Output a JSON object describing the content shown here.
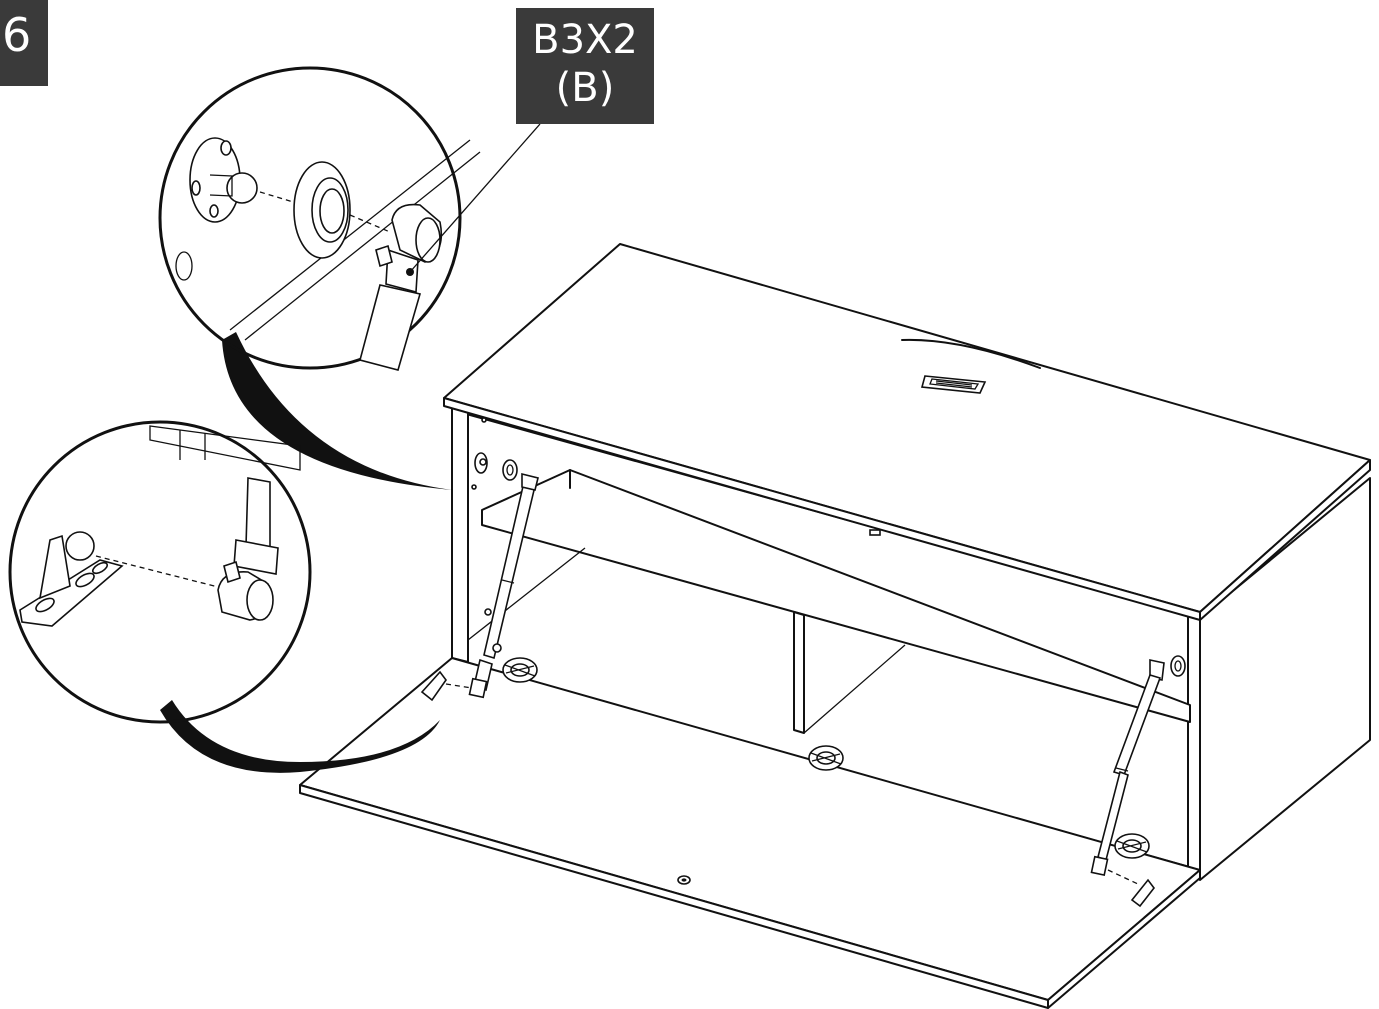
{
  "step": {
    "number": "6"
  },
  "part_callout": {
    "code": "B3X2",
    "qualifier": "(B)"
  },
  "colors": {
    "label_background": "#3a3a3a",
    "label_text": "#ffffff",
    "line_art": "#111111",
    "background": "#ffffff"
  }
}
